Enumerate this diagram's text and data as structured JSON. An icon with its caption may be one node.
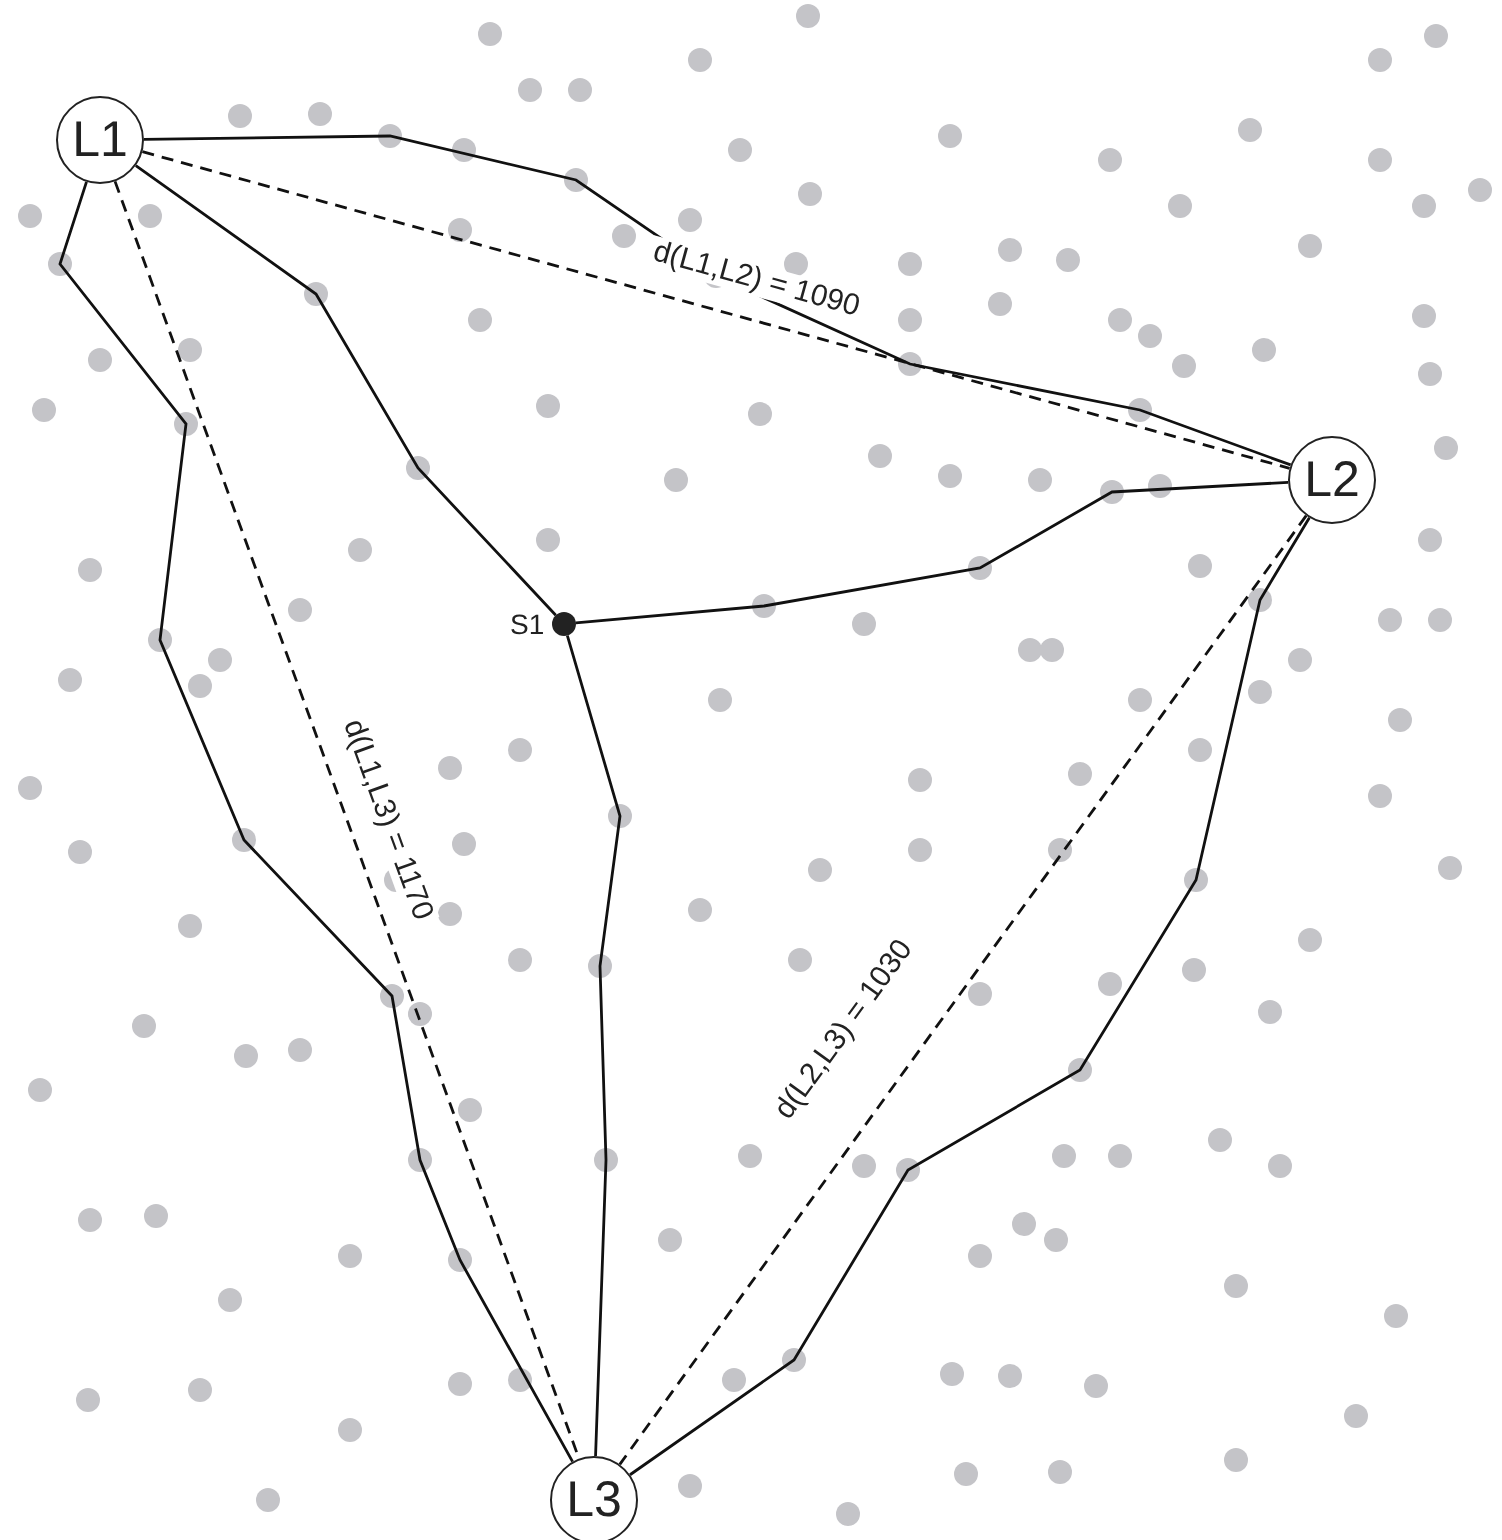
{
  "diagram": {
    "nodes": [
      {
        "text": [
          "L1"
        ]
      },
      {
        "text": [
          "L2"
        ]
      },
      {
        "text": [
          "L3"
        ]
      },
      {
        "text": [],
        "shape": "circle",
        "beside": [
          "S1"
        ]
      }
    ],
    "edges": [
      {
        "from": 0,
        "to": 1,
        "arrow": "none"
      },
      {
        "from": 0,
        "to": 3,
        "arrow": "none"
      },
      {
        "from": 3,
        "to": 1,
        "arrow": "none"
      },
      {
        "from": 3,
        "to": 2,
        "arrow": "none"
      },
      {
        "from": 0,
        "to": 2,
        "arrow": "none"
      },
      {
        "from": 1,
        "to": 2,
        "arrow": "none"
      },
      {
        "from": 0,
        "to": 1,
        "arrow": "none",
        "style": "dashed",
        "label": "d(L1,L2) = 1090"
      },
      {
        "from": 0,
        "to": 2,
        "arrow": "none",
        "style": "dashed",
        "label": "d(L1,L3) = 1170"
      },
      {
        "from": 1,
        "to": 2,
        "arrow": "none",
        "style": "dashed",
        "label": "d(L2,L3) = 1030"
      }
    ]
  }
}
